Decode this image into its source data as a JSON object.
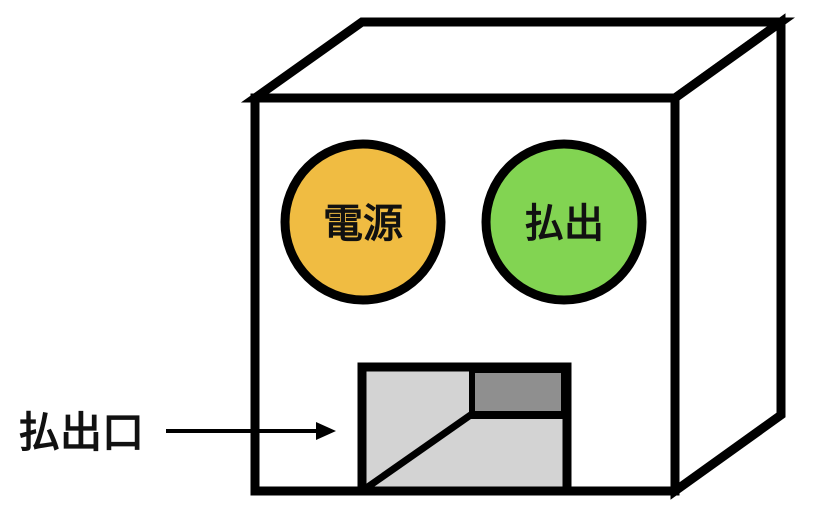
{
  "buttons": {
    "power": {
      "label": "電源",
      "color": "#F0BC42"
    },
    "dispense": {
      "label": "払出",
      "color": "#82D452"
    }
  },
  "outlet": {
    "label": "払出口",
    "tray_color": "#D3D3D3",
    "slot_color": "#8F8F8F"
  }
}
